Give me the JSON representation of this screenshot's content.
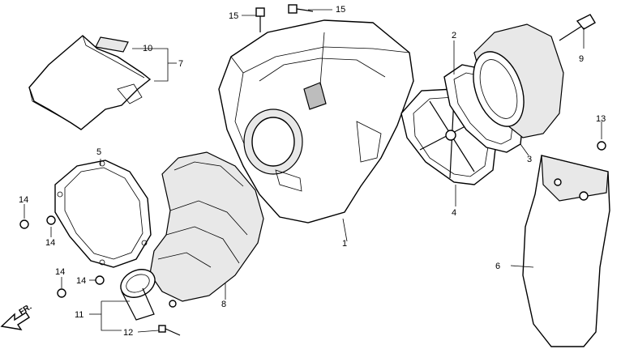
{
  "callouts": {
    "c1": "1",
    "c2": "2",
    "c3": "3",
    "c4": "4",
    "c5": "5",
    "c6": "6",
    "c7": "7",
    "c8": "8",
    "c9": "9",
    "c10": "10",
    "c11": "11",
    "c12": "12",
    "c13": "13",
    "c14a": "14",
    "c14b": "14",
    "c14c": "14",
    "c14d": "14",
    "c15a": "15",
    "c15b": "15"
  },
  "direction_marker": "FR."
}
